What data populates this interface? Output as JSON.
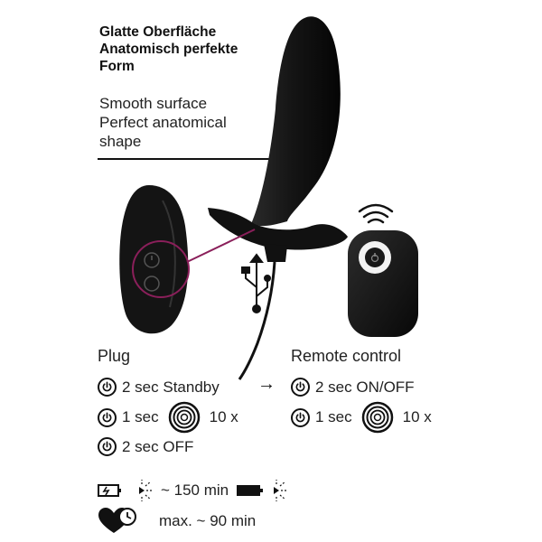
{
  "title_de": {
    "line1": "Glatte Oberfläche",
    "line2": "Anatomisch perfekte",
    "line3": "Form"
  },
  "title_en": {
    "line1": "Smooth surface",
    "line2": "Perfect anatomical",
    "line3": "shape"
  },
  "plug": {
    "heading": "Plug",
    "row1": "2 sec Standby",
    "row2_time": "1 sec",
    "row2_count": "10 x",
    "row3": "2 sec OFF"
  },
  "arrow": "→",
  "remote": {
    "heading": "Remote control",
    "row1": "2 sec ON/OFF",
    "row2_time": "1 sec",
    "row2_count": "10 x"
  },
  "charging": {
    "charge_time": "~ 150 min",
    "run_time": "max. ~ 90 min"
  },
  "icons": [
    "power-icon",
    "vibration-icon",
    "battery-charging-icon",
    "battery-full-icon",
    "light-blink-icon",
    "heart-clock-icon",
    "usb-icon",
    "signal-icon"
  ],
  "colors": {
    "accent_line": "#8a1f5a"
  }
}
